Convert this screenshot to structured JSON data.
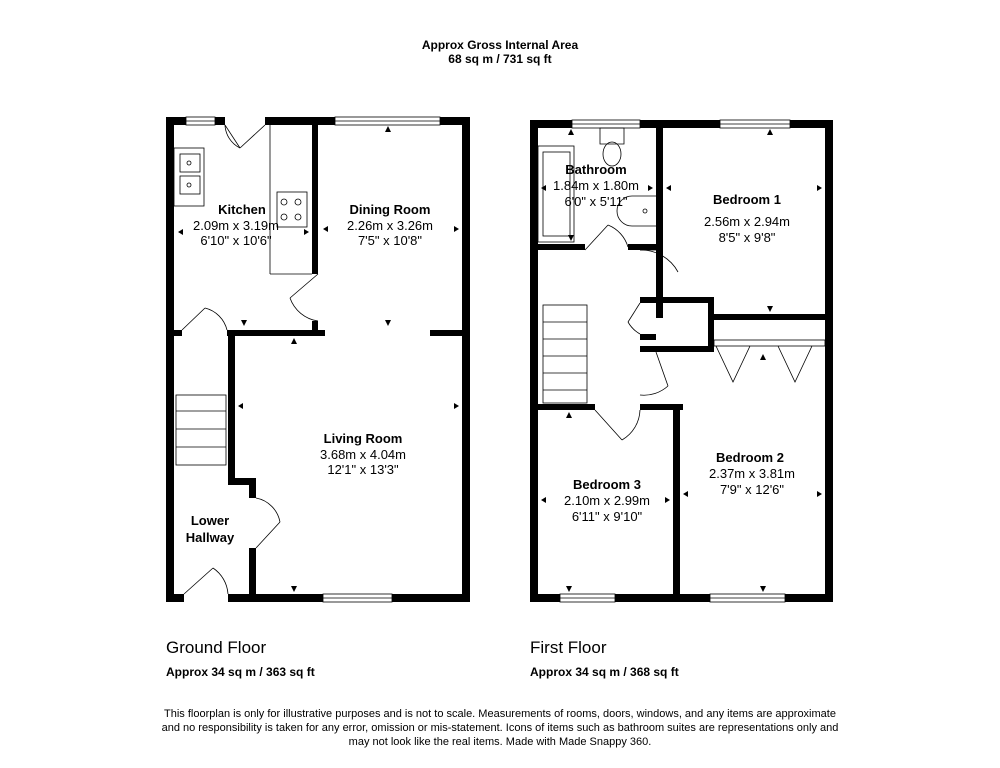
{
  "header": {
    "title": "Approx Gross Internal Area",
    "area": "68 sq m / 731 sq ft"
  },
  "ground_floor": {
    "title": "Ground Floor",
    "area": "Approx 34 sq m / 363 sq ft",
    "rooms": {
      "kitchen": {
        "name": "Kitchen",
        "metric": "2.09m x 3.19m",
        "imperial": "6'10\" x 10'6\""
      },
      "dining": {
        "name": "Dining Room",
        "metric": "2.26m x 3.26m",
        "imperial": "7'5\" x 10'8\""
      },
      "living": {
        "name": "Living Room",
        "metric": "3.68m x 4.04m",
        "imperial": "12'1\" x 13'3\""
      },
      "hallway": {
        "name_line1": "Lower",
        "name_line2": "Hallway"
      }
    }
  },
  "first_floor": {
    "title": "First Floor",
    "area": "Approx 34 sq m / 368 sq ft",
    "rooms": {
      "bathroom": {
        "name": "Bathroom",
        "metric": "1.84m x 1.80m",
        "imperial": "6'0\" x 5'11\""
      },
      "bedroom1": {
        "name": "Bedroom 1",
        "metric": "2.56m x 2.94m",
        "imperial": "8'5\" x 9'8\""
      },
      "bedroom2": {
        "name": "Bedroom 2",
        "metric": "2.37m x 3.81m",
        "imperial": "7'9\" x 12'6\""
      },
      "bedroom3": {
        "name": "Bedroom 3",
        "metric": "2.10m x 2.99m",
        "imperial": "6'11\" x 9'10\""
      }
    }
  },
  "disclaimer": {
    "line1": "This floorplan is only for illustrative purposes and is not to scale. Measurements of rooms, doors, windows, and any items are approximate",
    "line2": "and no responsibility is taken for any error, omission or mis-statement. Icons of items such as bathroom suites are representations only and",
    "line3": "may not look like the real items. Made with Made Snappy 360."
  }
}
